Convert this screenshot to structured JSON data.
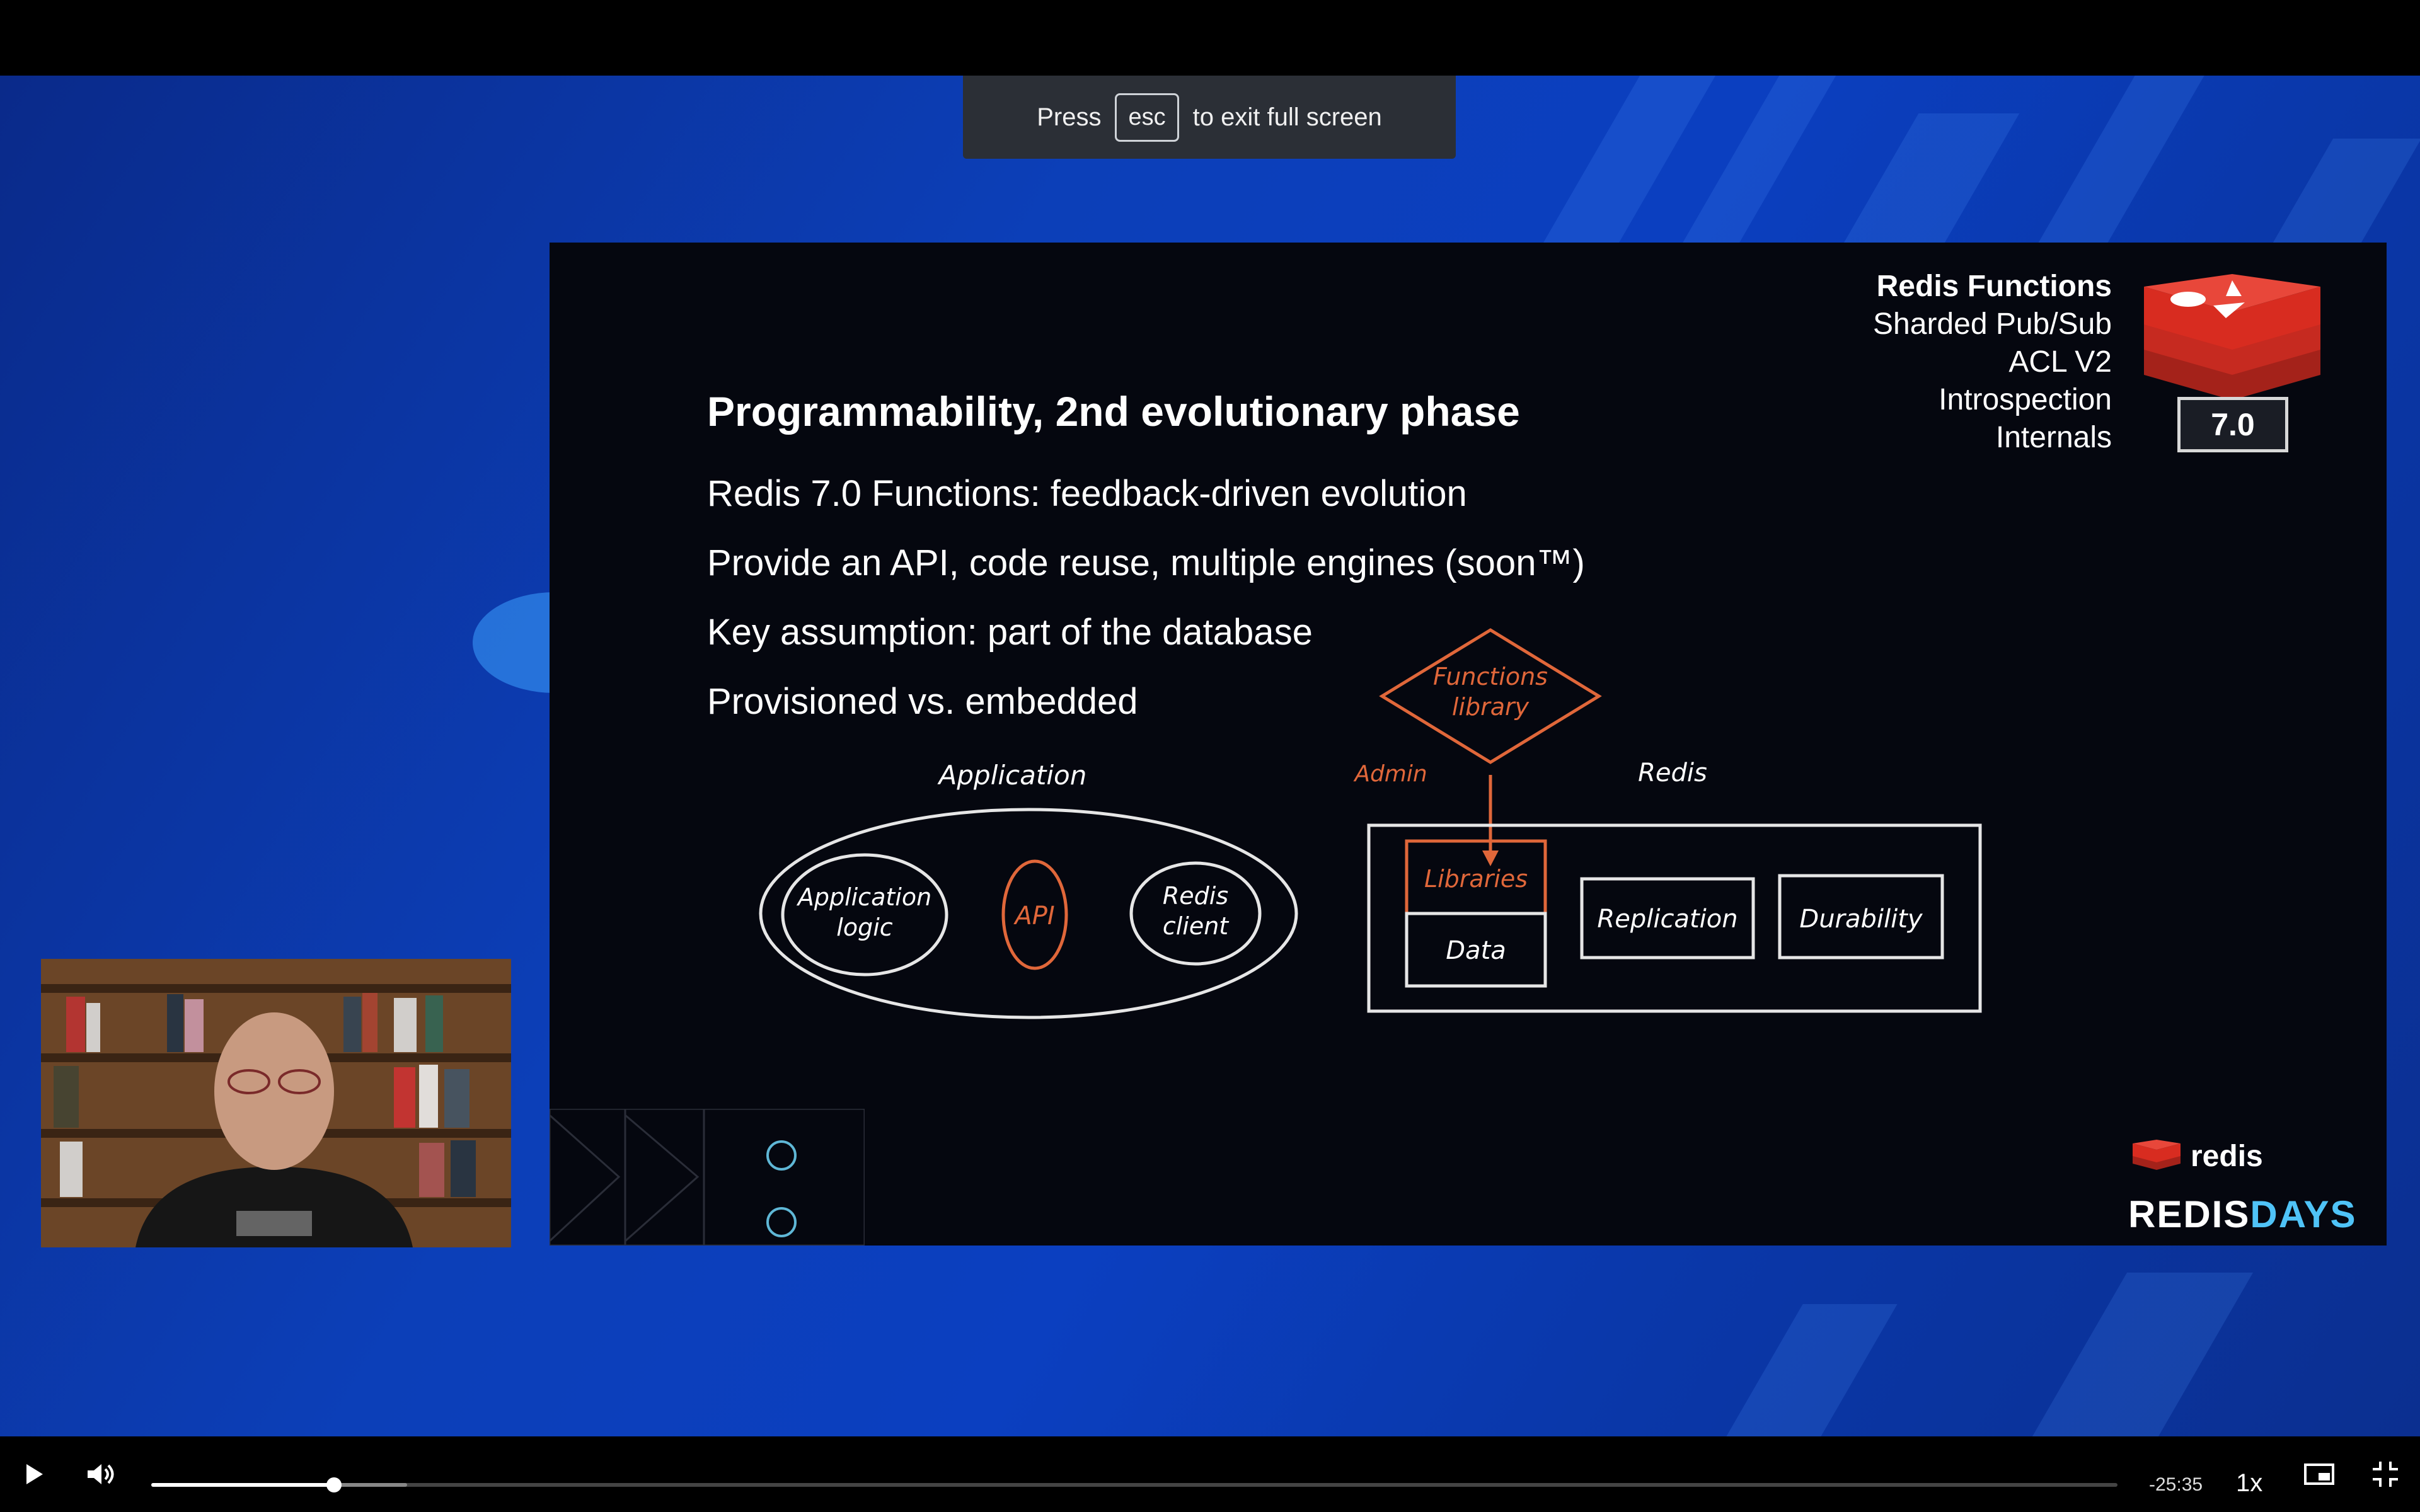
{
  "toast": {
    "prefix": "Press",
    "key": "esc",
    "suffix": "to exit full screen"
  },
  "slide": {
    "title": "Programmability, 2nd evolutionary phase",
    "bullets": [
      "Redis 7.0 Functions: feedback-driven evolution",
      "Provide an API, code reuse, multiple engines (soon™)",
      "Key assumption: part of the database",
      "Provisioned vs. embedded"
    ],
    "features": {
      "highlight": "Redis Functions",
      "items": [
        "Sharded Pub/Sub",
        "ACL V2",
        "Introspection",
        "Internals"
      ]
    },
    "version": "7.0",
    "diagram": {
      "application_label": "Application",
      "app_logic": [
        "Application",
        "logic"
      ],
      "api": "API",
      "redis_client": [
        "Redis",
        "client"
      ],
      "functions_library": [
        "Functions",
        "library"
      ],
      "admin": "Admin",
      "redis_label": "Redis",
      "libraries": "Libraries",
      "data": "Data",
      "replication": "Replication",
      "durability": "Durability"
    },
    "brand_small": "redis",
    "brand_big_1": "REDIS",
    "brand_big_2": "DAYS"
  },
  "player": {
    "progress": 0.093,
    "buffered": 0.13,
    "remaining_time": "-25:35",
    "speed": "1x"
  },
  "colors": {
    "accent_orange": "#e0673a",
    "brand_red": "#d82c20",
    "days_blue": "#4fc3f7"
  },
  "icons": [
    "play-icon",
    "volume-icon",
    "picture-in-picture-icon",
    "exit-fullscreen-icon",
    "redis-logo-icon"
  ]
}
